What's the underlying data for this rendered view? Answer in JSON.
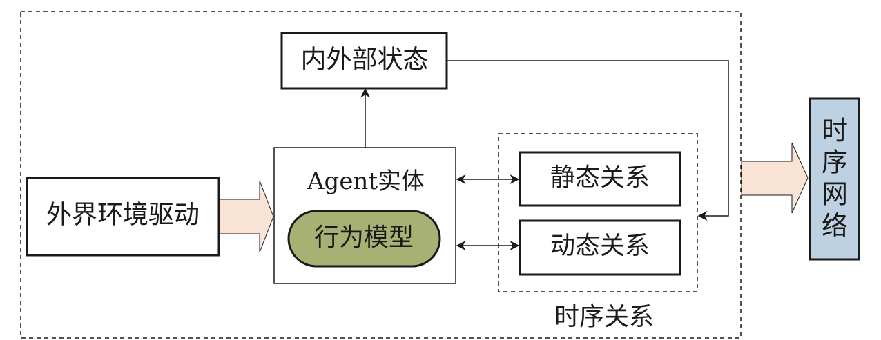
{
  "diagram": {
    "external_driver": "外界环境驱动",
    "internal_external_state": "内外部状态",
    "agent_entity": "Agent实体",
    "behavior_model": "行为模型",
    "static_relation": "静态关系",
    "dynamic_relation": "动态关系",
    "temporal_relation": "时序关系",
    "temporal_network": [
      "时",
      "序",
      "网",
      "络"
    ]
  },
  "colors": {
    "stroke": "#1a1a1a",
    "big_arrow_fill": "#f8e3d5",
    "behavior_model_fill": "#a7b174",
    "network_fill": "#bdd1e2"
  }
}
